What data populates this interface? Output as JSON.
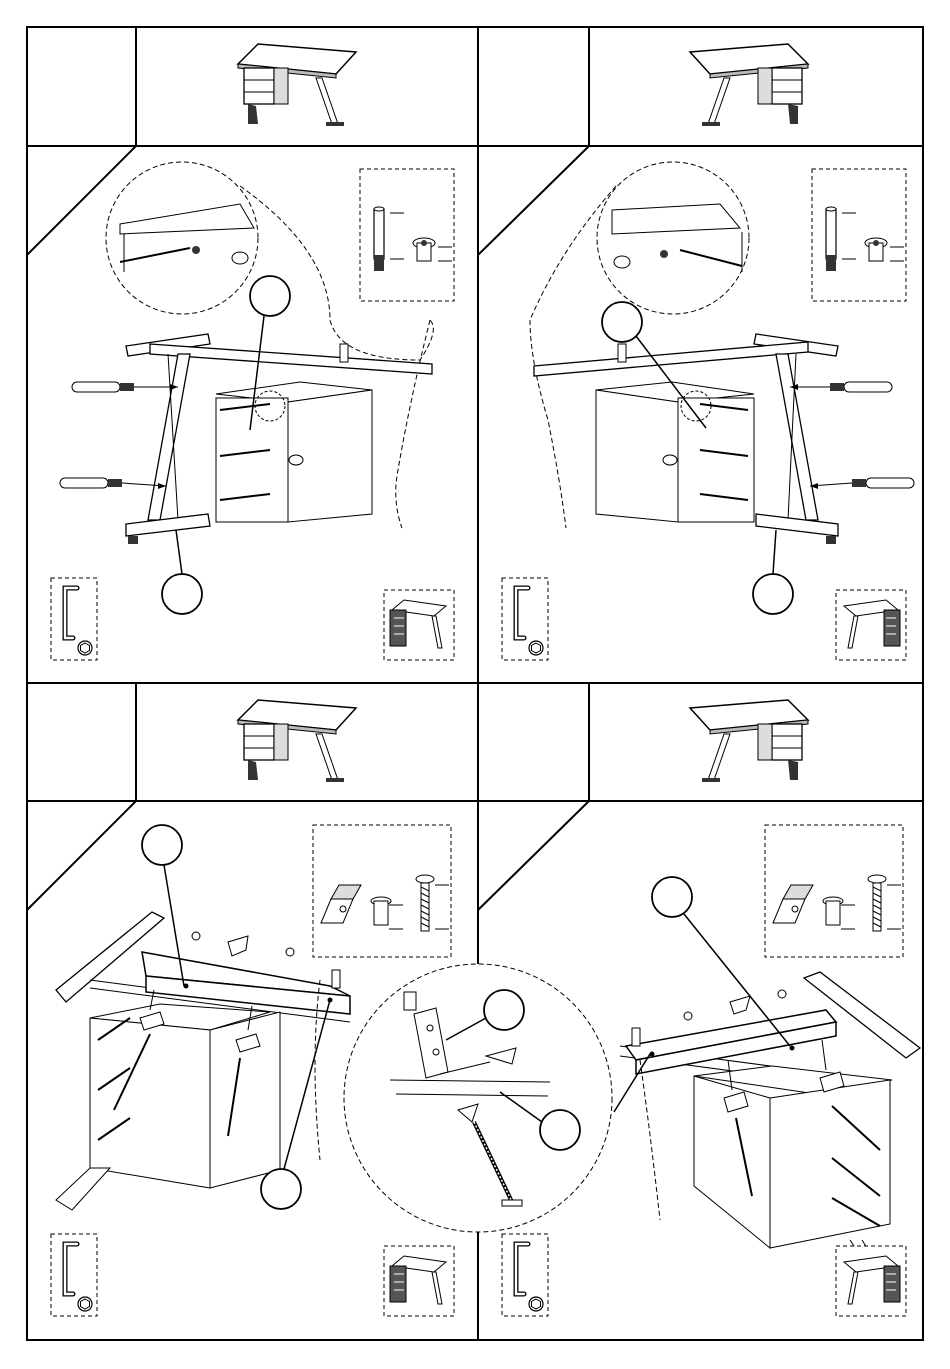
{
  "document": {
    "type": "furniture-assembly-instructions",
    "language_free": true
  },
  "steps": [
    {
      "id": "step-top-left",
      "number_label": "",
      "overview_view": "desk-with-drawer-unit-left",
      "detail_callout": "",
      "parts_callout": "",
      "fixings": [
        "dowel-pin",
        "cam-lock"
      ],
      "tool": "allen-key-icon",
      "orientation_thumbnail": "desk-left-orientation-icon"
    },
    {
      "id": "step-top-right",
      "number_label": "",
      "overview_view": "desk-with-drawer-unit-right",
      "detail_callout": "",
      "parts_callout": "",
      "fixings": [
        "dowel-pin",
        "cam-lock"
      ],
      "tool": "allen-key-icon",
      "orientation_thumbnail": "desk-right-orientation-icon"
    },
    {
      "id": "step-bottom-left",
      "number_label": "",
      "overview_view": "desk-with-drawer-unit-left",
      "detail_callout": "",
      "parts_callout": "",
      "callout_2": "",
      "fixings": [
        "bracket",
        "cam-lock",
        "screw"
      ],
      "tool": "allen-key-icon",
      "orientation_thumbnail": "desk-left-orientation-icon"
    },
    {
      "id": "step-bottom-right",
      "number_label": "",
      "overview_view": "desk-with-drawer-unit-right",
      "detail_callout": "",
      "parts_callout": "",
      "fixings": [
        "bracket",
        "cam-lock",
        "screw"
      ],
      "tool": "allen-key-icon",
      "orientation_thumbnail": "desk-right-orientation-icon"
    }
  ],
  "center_detail": {
    "callout_top": "",
    "callout_bottom": ""
  },
  "colors": {
    "ink": "#000000",
    "paper": "#ffffff",
    "fill_light": "#e6e6e6",
    "fill_dark": "#4a4a4a"
  }
}
